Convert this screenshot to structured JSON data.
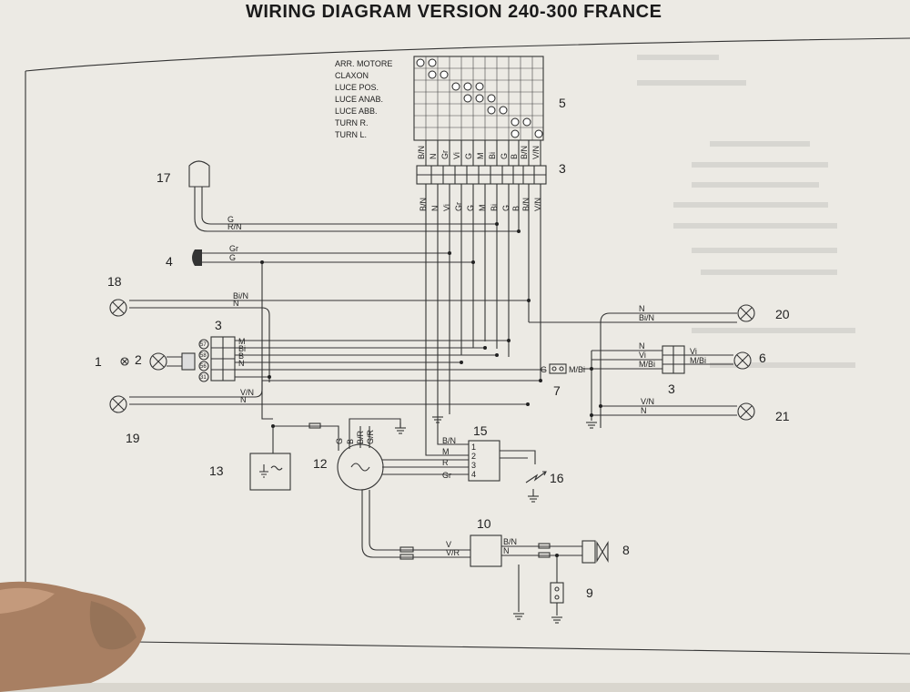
{
  "title": "WIRING DIAGRAM VERSION 240-300 FRANCE",
  "switch_matrix": {
    "rows": [
      "ARR. MOTORE",
      "CLAXON",
      "LUCE POS.",
      "LUCE ANAB.",
      "LUCE ABB.",
      "TURN R.",
      "TURN L."
    ],
    "top_wire_labels": [
      "B/N",
      "N",
      "Gr",
      "Vi",
      "G",
      "M",
      "Bi",
      "G",
      "B",
      "B/N",
      "V/N"
    ],
    "connector_wire_labels": [
      "B/N",
      "N",
      "Vi",
      "Gr",
      "G",
      "M",
      "Bi",
      "G",
      "B",
      "B/N",
      "V/N"
    ]
  },
  "component_numbers": [
    "1",
    "2",
    "3",
    "3",
    "3",
    "4",
    "5",
    "6",
    "7",
    "8",
    "9",
    "10",
    "12",
    "13",
    "15",
    "16",
    "17",
    "18",
    "19",
    "20",
    "21"
  ],
  "wire_labels": {
    "c17_a": "G",
    "c17_b": "R/N",
    "c4_a": "Gr",
    "c4_b": "G",
    "l18_a": "Bi/N",
    "l18_b": "N",
    "l19_a": "V/N",
    "l19_b": "N",
    "l20_a": "N",
    "l20_b": "Bi/N",
    "l21_a": "V/N",
    "l21_b": "N",
    "left_conn": [
      "M",
      "Bi",
      "B",
      "N"
    ],
    "left_pins": [
      "57",
      "58",
      "56",
      "31"
    ],
    "right_conn_left": [
      "N",
      "Vi",
      "M/Bi"
    ],
    "right_conn_right": [
      "Vi",
      "M/Bi"
    ],
    "c7_a": "G",
    "c7_b": "M/Bi",
    "c12": [
      "G",
      "B",
      "B/R",
      "G/R"
    ],
    "c15_wires": [
      "B/N",
      "M",
      "R",
      "Gr"
    ],
    "c15_pins": [
      "1",
      "2",
      "3",
      "4"
    ],
    "c10_left": [
      "V",
      "V/R"
    ],
    "c10_right": [
      "B/N",
      "N"
    ]
  }
}
